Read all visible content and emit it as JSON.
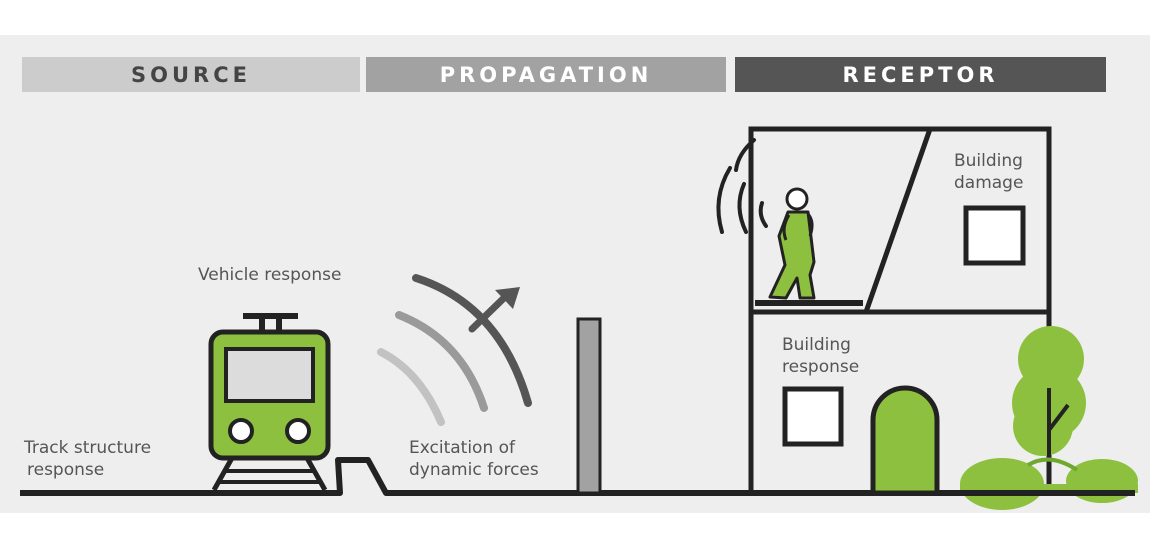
{
  "header": {
    "source": "SOURCE",
    "propagation": "PROPAGATION",
    "receptor": "RECEPTOR"
  },
  "labels": {
    "vehicle_response": "Vehicle response",
    "track_line1": "Track structure",
    "track_line2": "response",
    "excitation_line1": "Excitation of",
    "excitation_line2": "dynamic forces",
    "building_damage_line1": "Building",
    "building_damage_line2": "damage",
    "building_response_line1": "Building",
    "building_response_line2": "response"
  },
  "colors": {
    "accent_green": "#8ec03f",
    "outline": "#222222",
    "text": "#555555",
    "band_source": "#cccccc",
    "band_propagation": "#a2a2a2",
    "band_receptor": "#555555"
  },
  "icons": [
    "train-icon",
    "vibration-waves-icon",
    "arrow-icon",
    "barrier-icon",
    "building-icon",
    "person-icon",
    "sound-waves-icon",
    "tree-icon",
    "bushes-icon"
  ]
}
